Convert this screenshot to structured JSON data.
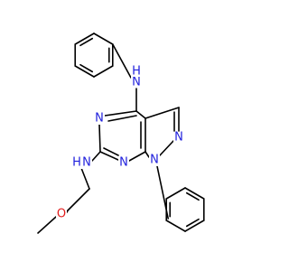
{
  "colors": {
    "bond": "#000000",
    "nitrogen": "#1f1fdc",
    "oxygen": "#e11b1b",
    "background": "#ffffff"
  },
  "atoms": {
    "n_aniline": {
      "element": "N",
      "text": "N",
      "h": "H"
    },
    "n_ring_left": {
      "element": "N",
      "text": "N"
    },
    "n_pyrazole_top": {
      "element": "N",
      "text": "N"
    },
    "n_pyrazole_n1": {
      "element": "N",
      "text": "N"
    },
    "n_ring_bottom": {
      "element": "N",
      "text": "N"
    },
    "n_amine": {
      "element": "N",
      "text": "N",
      "h": "H"
    },
    "o_methoxy": {
      "element": "O",
      "text": "O"
    }
  }
}
